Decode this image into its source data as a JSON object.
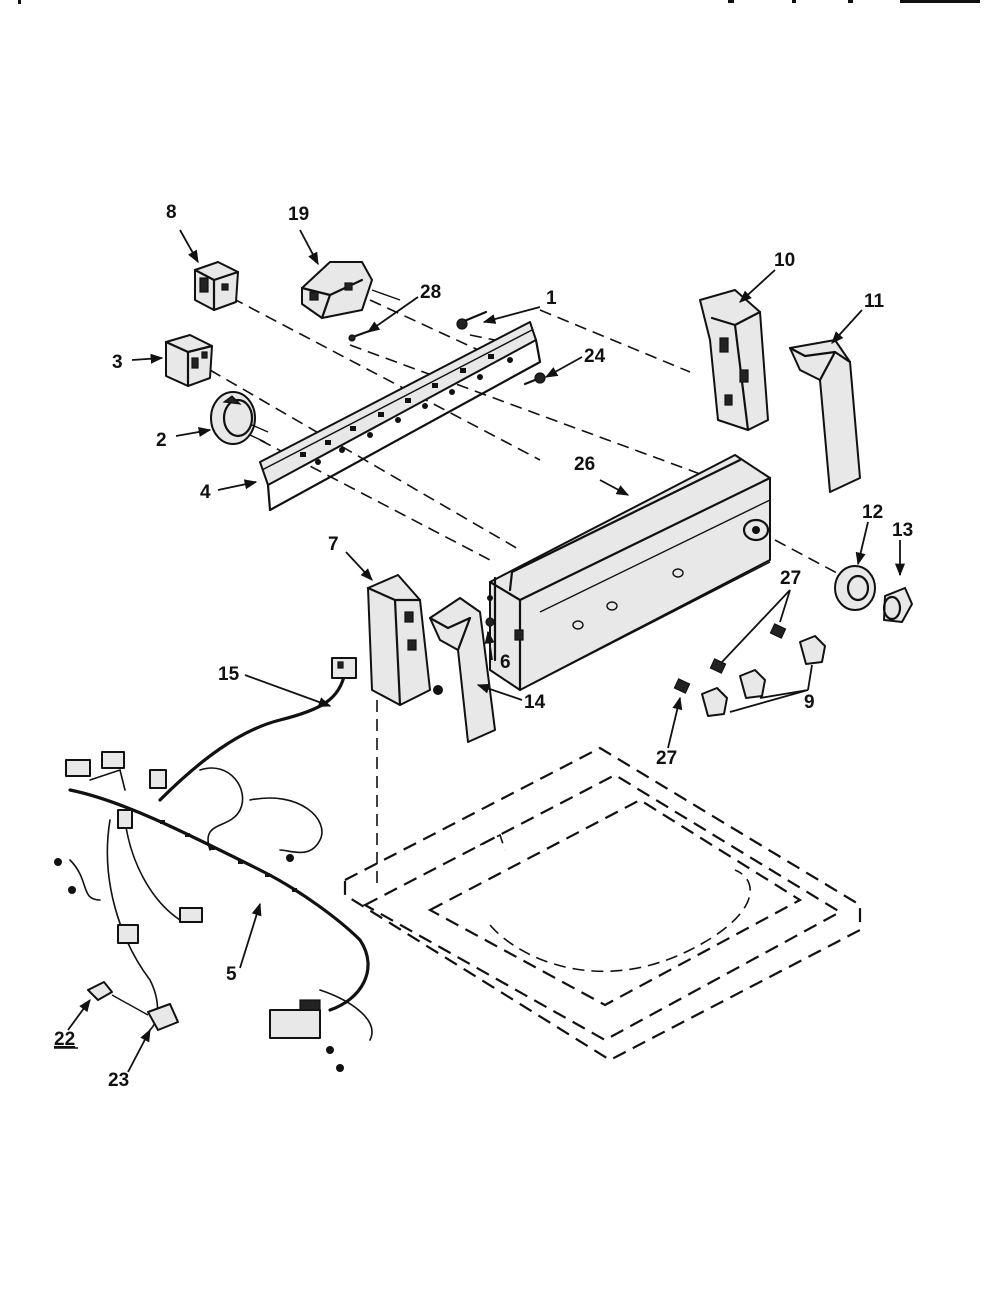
{
  "callouts": {
    "c1": "1",
    "c2": "2",
    "c3": "3",
    "c4": "4",
    "c5": "5",
    "c6": "6",
    "c7": "7",
    "c8": "8",
    "c9": "9",
    "c10": "10",
    "c11": "11",
    "c12": "12",
    "c13": "13",
    "c14": "14",
    "c15": "15",
    "c19": "19",
    "c22": "22",
    "c23": "23",
    "c24": "24",
    "c26": "26",
    "c27a": "27",
    "c27b": "27",
    "c28": "28"
  }
}
